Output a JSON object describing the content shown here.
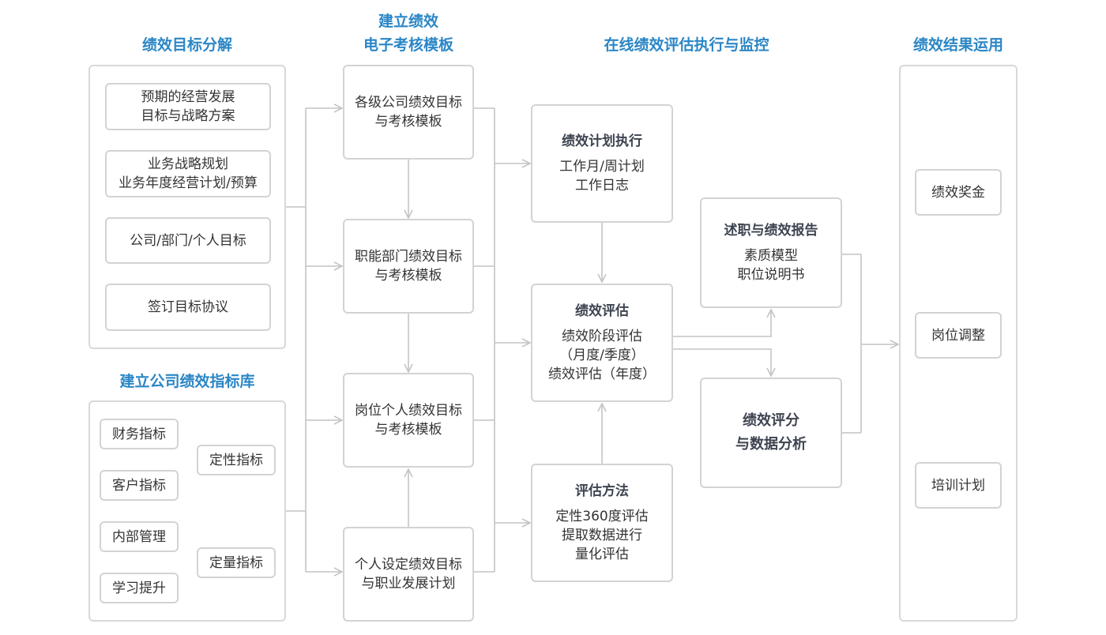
{
  "col1": {
    "title": "绩效目标分解",
    "steps": [
      {
        "line1": "预期的经营发展",
        "line2": "目标与战略方案"
      },
      {
        "line1": "业务战略规划",
        "line2": "业务年度经营计划/预算"
      },
      {
        "line1": "公司/部门/个人目标"
      },
      {
        "line1": "签订目标协议"
      }
    ],
    "library_title": "建立公司绩效指标库",
    "indicators": [
      "财务指标",
      "客户指标",
      "内部管理",
      "学习提升"
    ],
    "indicator_types": [
      "定性指标",
      "定量指标"
    ]
  },
  "col2": {
    "title_line1": "建立绩效",
    "title_line2": "电子考核模板",
    "templates": [
      {
        "line1": "各级公司绩效目标",
        "line2": "与考核模板"
      },
      {
        "line1": "职能部门绩效目标",
        "line2": "与考核模板"
      },
      {
        "line1": "岗位个人绩效目标",
        "line2": "与考核模板"
      },
      {
        "line1": "个人设定绩效目标",
        "line2": "与职业发展计划"
      }
    ]
  },
  "col3": {
    "title": "在线绩效评估执行与监控",
    "plan": {
      "head": "绩效计划执行",
      "line1": "工作月/周计划",
      "line2": "工作日志"
    },
    "eval": {
      "head": "绩效评估",
      "line1": "绩效阶段评估",
      "line2": "（月度/季度）",
      "line3": "绩效评估（年度）"
    },
    "method": {
      "head": "评估方法",
      "line1": "定性360度评估",
      "line2": "提取数据进行",
      "line3": "量化评估"
    },
    "report": {
      "head": "述职与绩效报告",
      "line1": "素质模型",
      "line2": "职位说明书"
    },
    "score": {
      "line1": "绩效评分",
      "line2": "与数据分析"
    }
  },
  "col4": {
    "title": "绩效结果运用",
    "items": [
      "绩效奖金",
      "岗位调整",
      "培训计划"
    ]
  },
  "colors": {
    "title": "#2b86c6",
    "border": "#d3d3d3",
    "line": "#c4c4c4",
    "head": "#3d4450"
  }
}
